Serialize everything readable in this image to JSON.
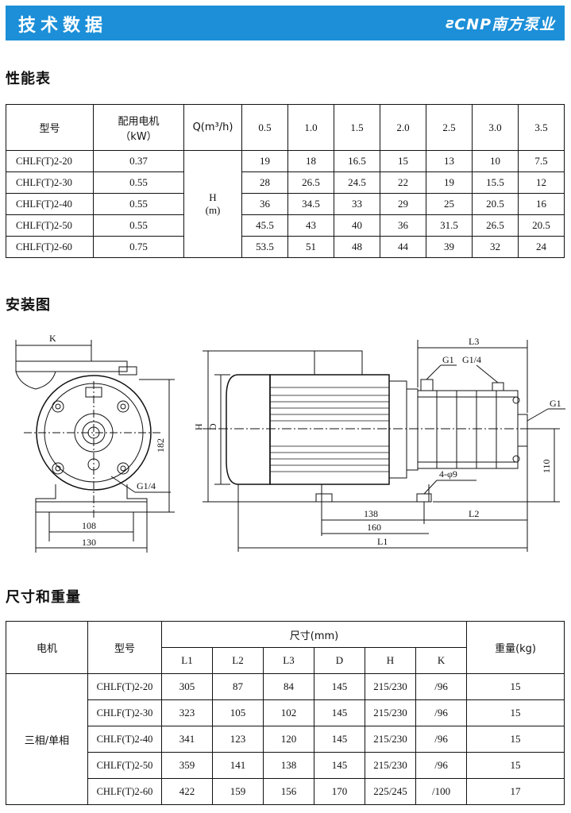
{
  "header": {
    "title": "技术数据",
    "logo_mark": "ፍ",
    "logo_text": "CNP南方泵业"
  },
  "sections": {
    "performance": "性能表",
    "installation": "安装图",
    "dimensions": "尺寸和重量"
  },
  "performance_table": {
    "h_model": "型号",
    "h_motor_line1": "配用电机",
    "h_motor_line2": "（kW）",
    "h_q": "Q(m³/h)",
    "h_head_line1": "H",
    "h_head_line2": "(m)",
    "flows": [
      "0.5",
      "1.0",
      "1.5",
      "2.0",
      "2.5",
      "3.0",
      "3.5"
    ],
    "rows": [
      {
        "model": "CHLF(T)2-20",
        "power": "0.37",
        "heads": [
          "19",
          "18",
          "16.5",
          "15",
          "13",
          "10",
          "7.5"
        ]
      },
      {
        "model": "CHLF(T)2-30",
        "power": "0.55",
        "heads": [
          "28",
          "26.5",
          "24.5",
          "22",
          "19",
          "15.5",
          "12"
        ]
      },
      {
        "model": "CHLF(T)2-40",
        "power": "0.55",
        "heads": [
          "36",
          "34.5",
          "33",
          "29",
          "25",
          "20.5",
          "16"
        ]
      },
      {
        "model": "CHLF(T)2-50",
        "power": "0.55",
        "heads": [
          "45.5",
          "43",
          "40",
          "36",
          "31.5",
          "26.5",
          "20.5"
        ]
      },
      {
        "model": "CHLF(T)2-60",
        "power": "0.75",
        "heads": [
          "53.5",
          "51",
          "48",
          "44",
          "39",
          "32",
          "24"
        ]
      }
    ]
  },
  "drawing_labels": {
    "k": "K",
    "g14_left": "G1/4",
    "d182": "182",
    "d108": "108",
    "d130": "130",
    "h": "H",
    "d": "D",
    "l3": "L3",
    "g1_top": "G1",
    "g14_top": "G1/4",
    "g1_right": "G1",
    "d110": "110",
    "holes": "4-φ9",
    "d138": "138",
    "l2": "L2",
    "d160": "160",
    "l1": "L1"
  },
  "dimension_table": {
    "h_motor": "电机",
    "h_model": "型号",
    "h_size": "尺寸(mm)",
    "h_weight": "重量(kg)",
    "cols": [
      "L1",
      "L2",
      "L3",
      "D",
      "H",
      "K"
    ],
    "motor_type": "三相/单相",
    "rows": [
      {
        "model": "CHLF(T)2-20",
        "vals": [
          "305",
          "87",
          "84",
          "145",
          "215/230",
          "/96"
        ],
        "weight": "15"
      },
      {
        "model": "CHLF(T)2-30",
        "vals": [
          "323",
          "105",
          "102",
          "145",
          "215/230",
          "/96"
        ],
        "weight": "15"
      },
      {
        "model": "CHLF(T)2-40",
        "vals": [
          "341",
          "123",
          "120",
          "145",
          "215/230",
          "/96"
        ],
        "weight": "15"
      },
      {
        "model": "CHLF(T)2-50",
        "vals": [
          "359",
          "141",
          "138",
          "145",
          "215/230",
          "/96"
        ],
        "weight": "15"
      },
      {
        "model": "CHLF(T)2-60",
        "vals": [
          "422",
          "159",
          "156",
          "170",
          "225/245",
          "/100"
        ],
        "weight": "17"
      }
    ]
  }
}
